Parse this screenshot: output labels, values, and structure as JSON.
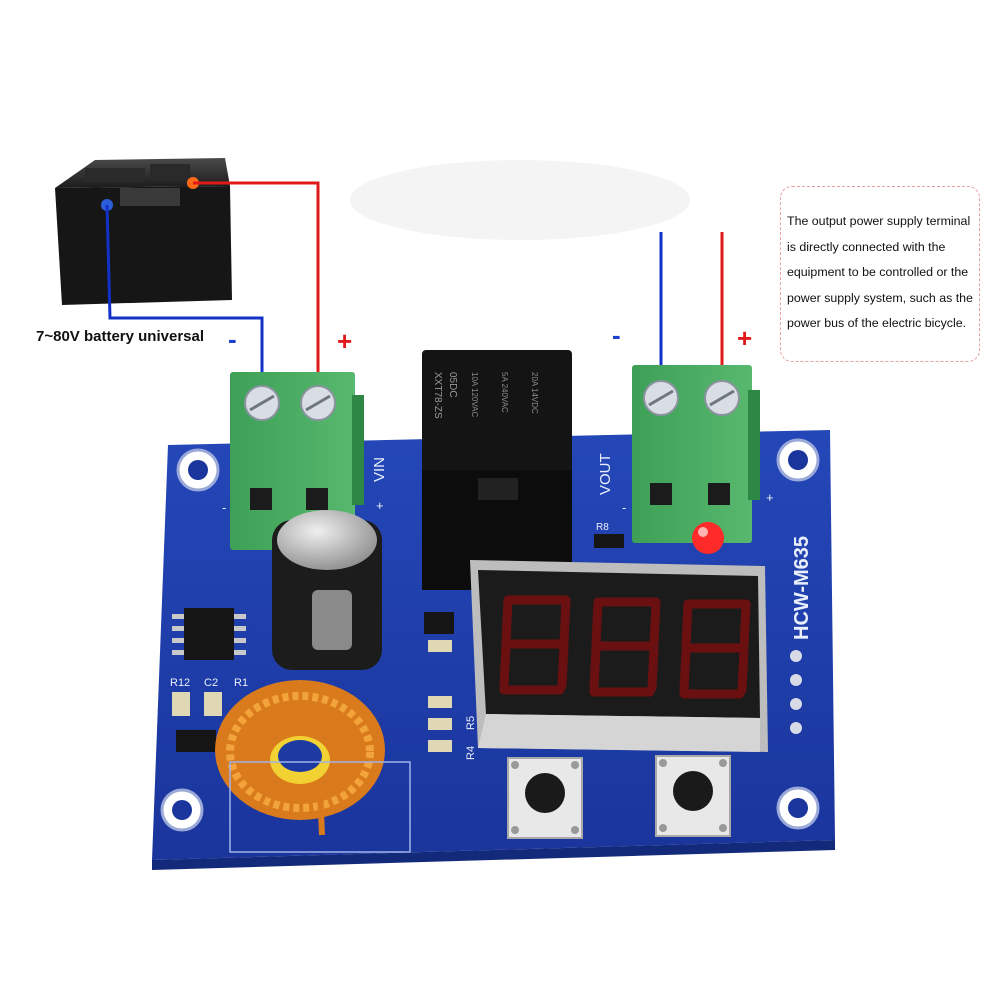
{
  "battery": {
    "label": "7~80V battery universal",
    "minus_sign": "-",
    "plus_sign": "+"
  },
  "output": {
    "minus_sign": "-",
    "plus_sign": "+",
    "callout_text": "The output power supply terminal is directly connected with the equipment to be controlled or the power supply system, such as the power bus of the electric bicycle."
  },
  "board": {
    "model": "HCW-M635",
    "vin_label": "VIN",
    "vout_label": "VOUT",
    "relay_lines": [
      "XXT78-ZS",
      "05DC",
      "10A 120VAC",
      "5A 240VAC",
      "20A 14VDC"
    ],
    "component_labels": [
      "R12",
      "C2",
      "R1",
      "R4",
      "R5",
      "R8"
    ]
  },
  "colors": {
    "wire_negative": "#1330c9",
    "wire_positive": "#e01919",
    "pcb": "#1f3fae",
    "terminal": "#3fa65a",
    "led": "#ff2a2a"
  }
}
